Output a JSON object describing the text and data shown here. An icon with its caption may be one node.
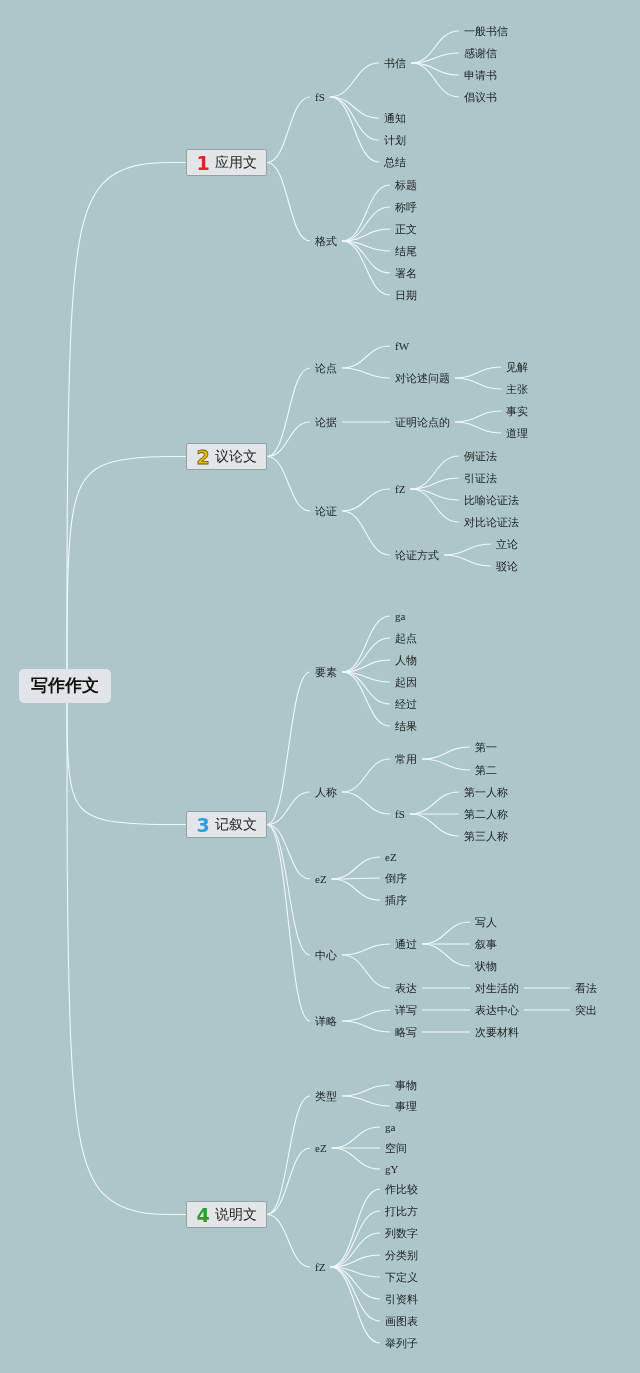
{
  "diagram": {
    "nodes": [
      {
        "text": [
          "写作作文"
        ]
      },
      {
        "text": [
          "1",
          "应用文"
        ]
      },
      {
        "text": [
          "fS"
        ]
      },
      {
        "text": [
          "书信"
        ]
      },
      {
        "text": [
          "一般书信"
        ]
      },
      {
        "text": [
          "感谢信"
        ]
      },
      {
        "text": [
          "申请书"
        ]
      },
      {
        "text": [
          "倡议书"
        ]
      },
      {
        "text": [
          "通知"
        ]
      },
      {
        "text": [
          "计划"
        ]
      },
      {
        "text": [
          "总结"
        ]
      },
      {
        "text": [
          "格式"
        ]
      },
      {
        "text": [
          "标题"
        ]
      },
      {
        "text": [
          "称呼"
        ]
      },
      {
        "text": [
          "正文"
        ]
      },
      {
        "text": [
          "结尾"
        ]
      },
      {
        "text": [
          "署名"
        ]
      },
      {
        "text": [
          "日期"
        ]
      },
      {
        "text": [
          "2",
          "议论文"
        ]
      },
      {
        "text": [
          "论点"
        ]
      },
      {
        "text": [
          "fW"
        ]
      },
      {
        "text": [
          "对论述问题"
        ]
      },
      {
        "text": [
          "见解"
        ]
      },
      {
        "text": [
          "主张"
        ]
      },
      {
        "text": [
          "论据"
        ]
      },
      {
        "text": [
          "证明论点的"
        ]
      },
      {
        "text": [
          "事实"
        ]
      },
      {
        "text": [
          "道理"
        ]
      },
      {
        "text": [
          "论证"
        ]
      },
      {
        "text": [
          "fZ"
        ]
      },
      {
        "text": [
          "例证法"
        ]
      },
      {
        "text": [
          "引证法"
        ]
      },
      {
        "text": [
          "比喻论证法"
        ]
      },
      {
        "text": [
          "对比论证法"
        ]
      },
      {
        "text": [
          "论证方式"
        ]
      },
      {
        "text": [
          "立论"
        ]
      },
      {
        "text": [
          "驳论"
        ]
      },
      {
        "text": [
          "3",
          "记叙文"
        ]
      },
      {
        "text": [
          "要素"
        ]
      },
      {
        "text": [
          "ga"
        ]
      },
      {
        "text": [
          "起点"
        ]
      },
      {
        "text": [
          "人物"
        ]
      },
      {
        "text": [
          "起因"
        ]
      },
      {
        "text": [
          "经过"
        ]
      },
      {
        "text": [
          "结果"
        ]
      },
      {
        "text": [
          "人称"
        ]
      },
      {
        "text": [
          "常用"
        ]
      },
      {
        "text": [
          "第一"
        ]
      },
      {
        "text": [
          "第二"
        ]
      },
      {
        "text": [
          "fS"
        ]
      },
      {
        "text": [
          "第一人称"
        ]
      },
      {
        "text": [
          "第二人称"
        ]
      },
      {
        "text": [
          "第三人称"
        ]
      },
      {
        "text": [
          "eZ"
        ]
      },
      {
        "text": [
          "eZ"
        ]
      },
      {
        "text": [
          "倒序"
        ]
      },
      {
        "text": [
          "插序"
        ]
      },
      {
        "text": [
          "中心"
        ]
      },
      {
        "text": [
          "通过"
        ]
      },
      {
        "text": [
          "写人"
        ]
      },
      {
        "text": [
          "叙事"
        ]
      },
      {
        "text": [
          "状物"
        ]
      },
      {
        "text": [
          "表达"
        ]
      },
      {
        "text": [
          "对生活的"
        ]
      },
      {
        "text": [
          "看法"
        ]
      },
      {
        "text": [
          "详略"
        ]
      },
      {
        "text": [
          "详写"
        ]
      },
      {
        "text": [
          "表达中心"
        ]
      },
      {
        "text": [
          "突出"
        ]
      },
      {
        "text": [
          "略写"
        ]
      },
      {
        "text": [
          "次要材料"
        ]
      },
      {
        "text": [
          "4",
          "说明文"
        ]
      },
      {
        "text": [
          "类型"
        ]
      },
      {
        "text": [
          "事物"
        ]
      },
      {
        "text": [
          "事理"
        ]
      },
      {
        "text": [
          "eZ"
        ]
      },
      {
        "text": [
          "ga"
        ]
      },
      {
        "text": [
          "空间"
        ]
      },
      {
        "text": [
          "gY"
        ]
      },
      {
        "text": [
          "fZ"
        ]
      },
      {
        "text": [
          "作比较"
        ]
      },
      {
        "text": [
          "打比方"
        ]
      },
      {
        "text": [
          "列数字"
        ]
      },
      {
        "text": [
          "分类别"
        ]
      },
      {
        "text": [
          "下定义"
        ]
      },
      {
        "text": [
          "引资料"
        ]
      },
      {
        "text": [
          "画图表"
        ]
      },
      {
        "text": [
          "举列子"
        ]
      }
    ],
    "edges": [
      {
        "from": 0,
        "to": 1,
        "arrow": "none"
      },
      {
        "from": 1,
        "to": 2,
        "arrow": "none"
      },
      {
        "from": 2,
        "to": 3,
        "arrow": "none"
      },
      {
        "from": 3,
        "to": 4,
        "arrow": "none"
      },
      {
        "from": 3,
        "to": 5,
        "arrow": "none"
      },
      {
        "from": 3,
        "to": 6,
        "arrow": "none"
      },
      {
        "from": 3,
        "to": 7,
        "arrow": "none"
      },
      {
        "from": 2,
        "to": 8,
        "arrow": "none"
      },
      {
        "from": 2,
        "to": 9,
        "arrow": "none"
      },
      {
        "from": 2,
        "to": 10,
        "arrow": "none"
      },
      {
        "from": 1,
        "to": 11,
        "arrow": "none"
      },
      {
        "from": 11,
        "to": 12,
        "arrow": "none"
      },
      {
        "from": 11,
        "to": 13,
        "arrow": "none"
      },
      {
        "from": 11,
        "to": 14,
        "arrow": "none"
      },
      {
        "from": 11,
        "to": 15,
        "arrow": "none"
      },
      {
        "from": 11,
        "to": 16,
        "arrow": "none"
      },
      {
        "from": 11,
        "to": 17,
        "arrow": "none"
      },
      {
        "from": 0,
        "to": 18,
        "arrow": "none"
      },
      {
        "from": 18,
        "to": 19,
        "arrow": "none"
      },
      {
        "from": 19,
        "to": 20,
        "arrow": "none"
      },
      {
        "from": 19,
        "to": 21,
        "arrow": "none"
      },
      {
        "from": 21,
        "to": 22,
        "arrow": "none"
      },
      {
        "from": 21,
        "to": 23,
        "arrow": "none"
      },
      {
        "from": 18,
        "to": 24,
        "arrow": "none"
      },
      {
        "from": 24,
        "to": 25,
        "arrow": "none"
      },
      {
        "from": 25,
        "to": 26,
        "arrow": "none"
      },
      {
        "from": 25,
        "to": 27,
        "arrow": "none"
      },
      {
        "from": 18,
        "to": 28,
        "arrow": "none"
      },
      {
        "from": 28,
        "to": 29,
        "arrow": "none"
      },
      {
        "from": 29,
        "to": 30,
        "arrow": "none"
      },
      {
        "from": 29,
        "to": 31,
        "arrow": "none"
      },
      {
        "from": 29,
        "to": 32,
        "arrow": "none"
      },
      {
        "from": 29,
        "to": 33,
        "arrow": "none"
      },
      {
        "from": 28,
        "to": 34,
        "arrow": "none"
      },
      {
        "from": 34,
        "to": 35,
        "arrow": "none"
      },
      {
        "from": 34,
        "to": 36,
        "arrow": "none"
      },
      {
        "from": 0,
        "to": 37,
        "arrow": "none"
      },
      {
        "from": 37,
        "to": 38,
        "arrow": "none"
      },
      {
        "from": 38,
        "to": 39,
        "arrow": "none"
      },
      {
        "from": 38,
        "to": 40,
        "arrow": "none"
      },
      {
        "from": 38,
        "to": 41,
        "arrow": "none"
      },
      {
        "from": 38,
        "to": 42,
        "arrow": "none"
      },
      {
        "from": 38,
        "to": 43,
        "arrow": "none"
      },
      {
        "from": 38,
        "to": 44,
        "arrow": "none"
      },
      {
        "from": 37,
        "to": 45,
        "arrow": "none"
      },
      {
        "from": 45,
        "to": 46,
        "arrow": "none"
      },
      {
        "from": 46,
        "to": 47,
        "arrow": "none"
      },
      {
        "from": 46,
        "to": 48,
        "arrow": "none"
      },
      {
        "from": 45,
        "to": 49,
        "arrow": "none"
      },
      {
        "from": 49,
        "to": 50,
        "arrow": "none"
      },
      {
        "from": 49,
        "to": 51,
        "arrow": "none"
      },
      {
        "from": 49,
        "to": 52,
        "arrow": "none"
      },
      {
        "from": 37,
        "to": 53,
        "arrow": "none"
      },
      {
        "from": 53,
        "to": 54,
        "arrow": "none"
      },
      {
        "from": 53,
        "to": 55,
        "arrow": "none"
      },
      {
        "from": 53,
        "to": 56,
        "arrow": "none"
      },
      {
        "from": 37,
        "to": 57,
        "arrow": "none"
      },
      {
        "from": 57,
        "to": 58,
        "arrow": "none"
      },
      {
        "from": 58,
        "to": 59,
        "arrow": "none"
      },
      {
        "from": 58,
        "to": 60,
        "arrow": "none"
      },
      {
        "from": 58,
        "to": 61,
        "arrow": "none"
      },
      {
        "from": 57,
        "to": 62,
        "arrow": "none"
      },
      {
        "from": 62,
        "to": 63,
        "arrow": "none"
      },
      {
        "from": 63,
        "to": 64,
        "arrow": "none"
      },
      {
        "from": 37,
        "to": 65,
        "arrow": "none"
      },
      {
        "from": 65,
        "to": 66,
        "arrow": "none"
      },
      {
        "from": 66,
        "to": 67,
        "arrow": "none"
      },
      {
        "from": 67,
        "to": 68,
        "arrow": "none"
      },
      {
        "from": 65,
        "to": 69,
        "arrow": "none"
      },
      {
        "from": 69,
        "to": 70,
        "arrow": "none"
      },
      {
        "from": 0,
        "to": 71,
        "arrow": "none"
      },
      {
        "from": 71,
        "to": 72,
        "arrow": "none"
      },
      {
        "from": 72,
        "to": 73,
        "arrow": "none"
      },
      {
        "from": 72,
        "to": 74,
        "arrow": "none"
      },
      {
        "from": 71,
        "to": 75,
        "arrow": "none"
      },
      {
        "from": 75,
        "to": 76,
        "arrow": "none"
      },
      {
        "from": 75,
        "to": 77,
        "arrow": "none"
      },
      {
        "from": 75,
        "to": 78,
        "arrow": "none"
      },
      {
        "from": 71,
        "to": 79,
        "arrow": "none"
      },
      {
        "from": 79,
        "to": 80,
        "arrow": "none"
      },
      {
        "from": 79,
        "to": 81,
        "arrow": "none"
      },
      {
        "from": 79,
        "to": 82,
        "arrow": "none"
      },
      {
        "from": 79,
        "to": 83,
        "arrow": "none"
      },
      {
        "from": 79,
        "to": 84,
        "arrow": "none"
      },
      {
        "from": 79,
        "to": 85,
        "arrow": "none"
      },
      {
        "from": 79,
        "to": 86,
        "arrow": "none"
      },
      {
        "from": 79,
        "to": 87,
        "arrow": "none"
      }
    ]
  }
}
